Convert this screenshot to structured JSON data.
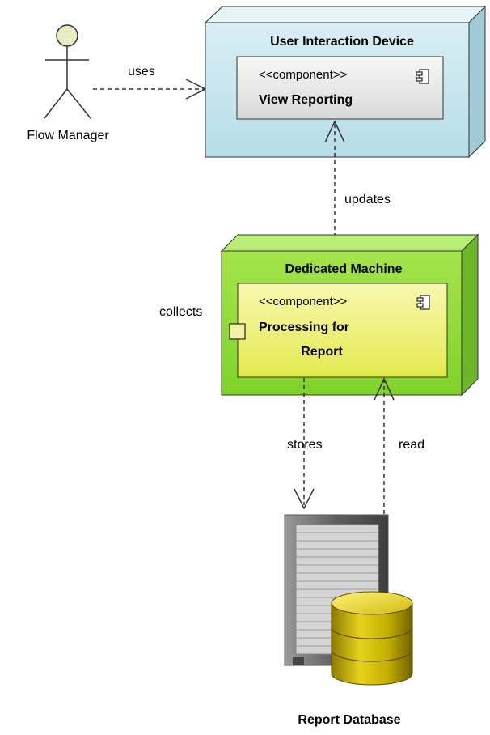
{
  "actor": {
    "name": "Flow Manager"
  },
  "nodes": {
    "user_device": {
      "title": "User Interaction Device",
      "component": {
        "stereotype": "<<component>>",
        "name": "View Reporting"
      }
    },
    "dedicated_machine": {
      "title": "Dedicated Machine",
      "component": {
        "stereotype": "<<component>>",
        "name_line1": "Processing for",
        "name_line2": "Report"
      }
    }
  },
  "database": {
    "name": "Report Database"
  },
  "connections": {
    "uses": "uses",
    "updates": "updates",
    "collects": "collects",
    "stores": "stores",
    "read": "read"
  },
  "colors": {
    "actor_head": "#ececc4",
    "device_front": "#c9e7ef",
    "device_side": "#9fcad6",
    "machine_front": "#8fdc3a",
    "machine_side": "#6db62a",
    "component_gray": "#eeeeee",
    "component_yellow": "#eef07a",
    "db_gold": "#c9b400",
    "server_gray": "#6e6e6e"
  }
}
